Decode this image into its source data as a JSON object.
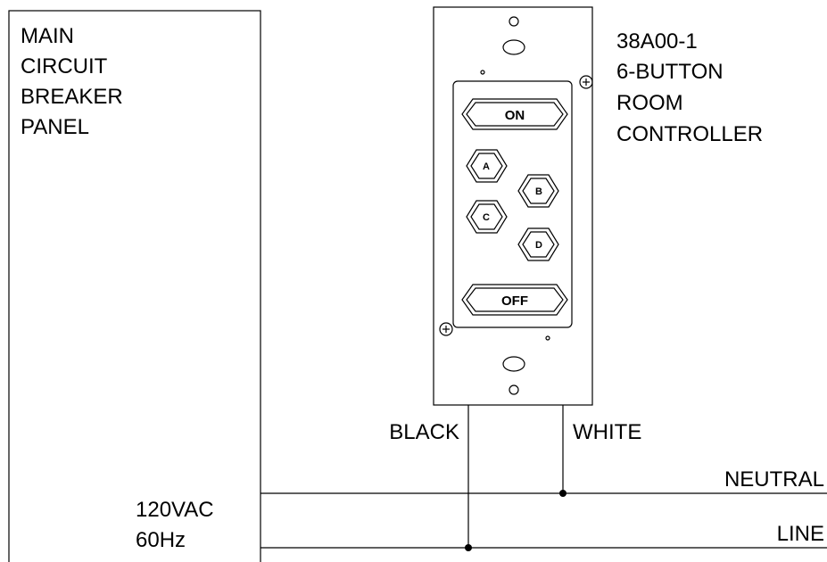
{
  "panel": {
    "label_lines": [
      "MAIN",
      "CIRCUIT",
      "BREAKER",
      "PANEL"
    ],
    "supply_lines": [
      "120VAC",
      "60Hz"
    ]
  },
  "controller": {
    "label_lines": [
      "38A00-1",
      "6-BUTTON",
      "ROOM",
      "CONTROLLER"
    ],
    "buttons": {
      "on": "ON",
      "a": "A",
      "b": "B",
      "c": "C",
      "d": "D",
      "off": "OFF"
    }
  },
  "wires": {
    "black": "BLACK",
    "white": "WHITE",
    "neutral": "NEUTRAL",
    "line": "LINE"
  }
}
